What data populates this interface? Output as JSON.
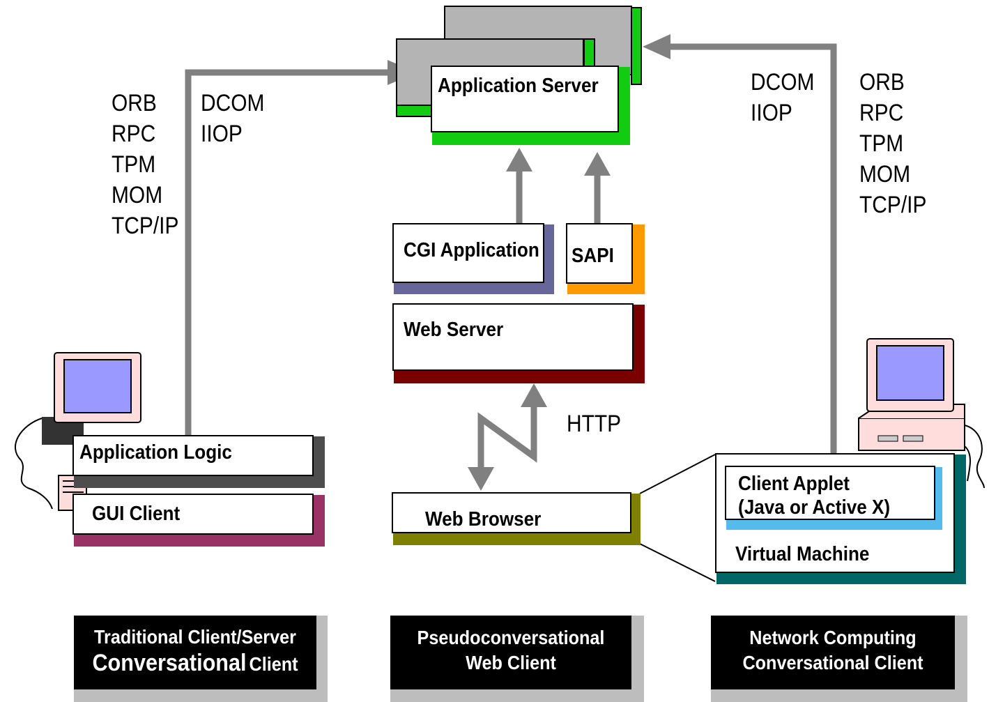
{
  "app_server": {
    "label": "Application Server"
  },
  "cgi_app": {
    "label": "CGI Application"
  },
  "sapi": {
    "label": "SAPI"
  },
  "web_server": {
    "label": "Web Server"
  },
  "web_browser": {
    "label": "Web Browser"
  },
  "http_label": "HTTP",
  "left_client": {
    "app_logic": "Application Logic",
    "gui_client": "GUI Client",
    "protocols": [
      "ORB",
      "RPC",
      "TPM",
      "MOM",
      "TCP/IP"
    ],
    "object_protocols": [
      "DCOM",
      "IIOP"
    ]
  },
  "right_client": {
    "client_applet_line1": "Client Applet",
    "client_applet_line2": "(Java or Active X)",
    "virtual_machine": "Virtual Machine",
    "protocols": [
      "ORB",
      "RPC",
      "TPM",
      "MOM",
      "TCP/IP"
    ],
    "object_protocols": [
      "DCOM",
      "IIOP"
    ]
  },
  "captions": {
    "traditional_line1": "Traditional Client/Server",
    "traditional_line2a": "Conversational",
    "traditional_line2b": "Client",
    "pseudo_line1": "Pseudoconversational",
    "pseudo_line2": "Web Client",
    "network_line1": "Network Computing",
    "network_line2": "Conversational Client"
  },
  "colors": {
    "app_server_accent": "#11cc11",
    "cgi_accent": "#66669a",
    "sapi_accent": "#ff9900",
    "web_server_accent": "#7a0000",
    "web_browser_accent": "#808000",
    "app_logic_accent": "#4d4d4d",
    "gui_client_accent": "#993366",
    "virtual_machine_accent": "#006666",
    "client_applet_accent": "#55bbee",
    "arrow": "#808080",
    "monitor_screen": "#9999ff",
    "monitor_body": "#ffdddd"
  }
}
